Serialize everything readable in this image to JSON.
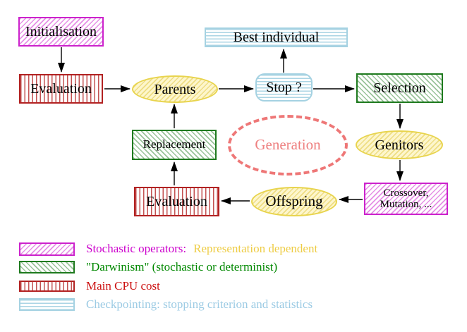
{
  "diagram": {
    "nodes": {
      "initialisation": "Initialisation",
      "evaluation_top": "Evaluation",
      "parents": "Parents",
      "best_individual": "Best individual",
      "stop": "Stop ?",
      "selection": "Selection",
      "replacement": "Replacement",
      "generation": "Generation",
      "genitors": "Genitors",
      "crossover_line1": "Crossover,",
      "crossover_line2": "Mutation, ...",
      "evaluation_bottom": "Evaluation",
      "offspring": "Offspring"
    }
  },
  "legend": {
    "items": [
      {
        "swatch": "magenta-diagonal-hatch",
        "parts": [
          {
            "text": "Stochastic operators:",
            "color": "#cc00cc"
          },
          {
            "text": "Representation dependent",
            "color": "#eecc44"
          }
        ]
      },
      {
        "swatch": "green-diagonal-hatch",
        "parts": [
          {
            "text": "\"Darwinism\" (stochastic or determinist)",
            "color": "#008800"
          }
        ]
      },
      {
        "swatch": "red-vertical-hatch",
        "parts": [
          {
            "text": "Main CPU cost",
            "color": "#cc1111"
          }
        ]
      },
      {
        "swatch": "cyan-horizontal-hatch",
        "parts": [
          {
            "text": "Checkpointing: stopping criterion and statistics",
            "color": "#9ccbe4"
          }
        ]
      }
    ]
  },
  "colors": {
    "stochastic_magenta": "#cc22cc",
    "darwinism_green": "#1e7a1e",
    "cpu_red": "#b22222",
    "checkpoint_cyan": "#a5d2e2",
    "operator_yellow_border": "#e8d44d",
    "operator_yellow_fill": "#fdf6cd",
    "generation_salmon": "#ee7777",
    "arrow_black": "#000000",
    "background": "#ffffff"
  }
}
